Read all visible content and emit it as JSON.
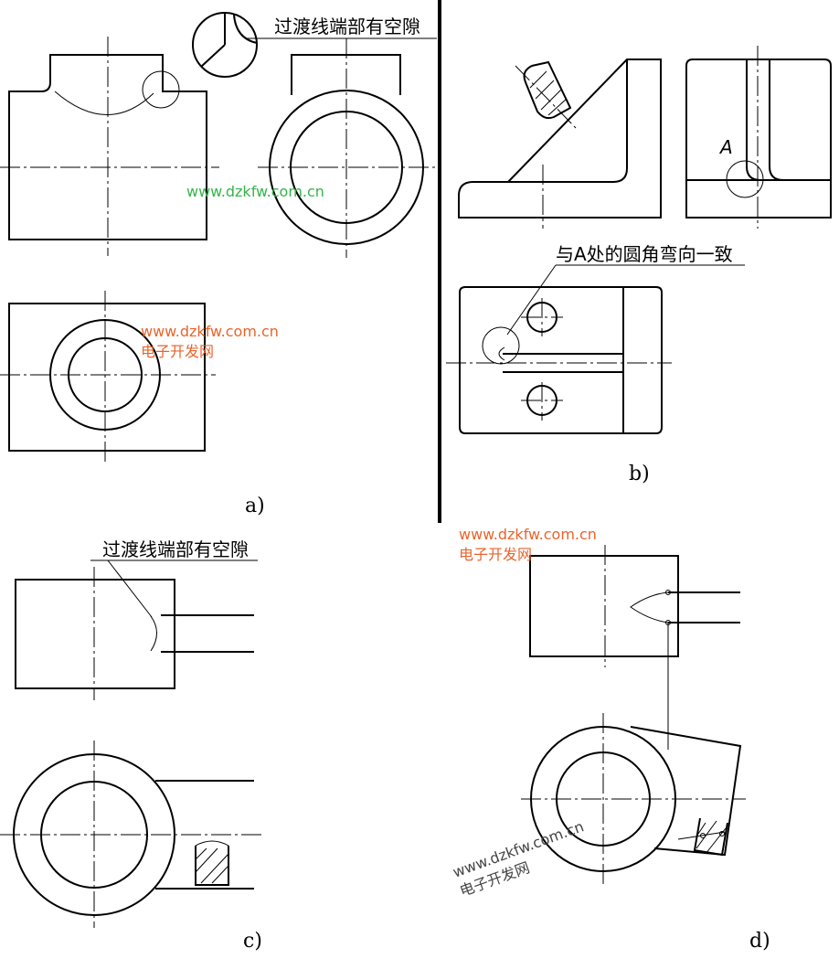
{
  "captions": {
    "a": "a)",
    "b": "b)",
    "c": "c)",
    "d": "d)"
  },
  "notes": {
    "gap_a": "过渡线端部有空隙",
    "gap_c": "过渡线端部有空隙",
    "fillet_b": "与A处的圆角弯向一致",
    "point_label": "A"
  },
  "watermarks": {
    "url": "www.dzkfw.com.cn",
    "name": "电子开发网",
    "colors": {
      "orange": "#e8642c",
      "green": "#35b44a",
      "gray": "#444444"
    }
  }
}
